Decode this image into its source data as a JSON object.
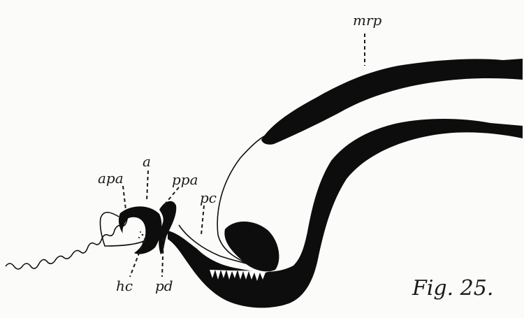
{
  "labels": {
    "mrp": "mrp",
    "apa": "apa",
    "a": "a",
    "ppa": "ppa",
    "pc": "pc",
    "hc": "hc",
    "pd": "pd"
  },
  "caption": "Fig. 25."
}
